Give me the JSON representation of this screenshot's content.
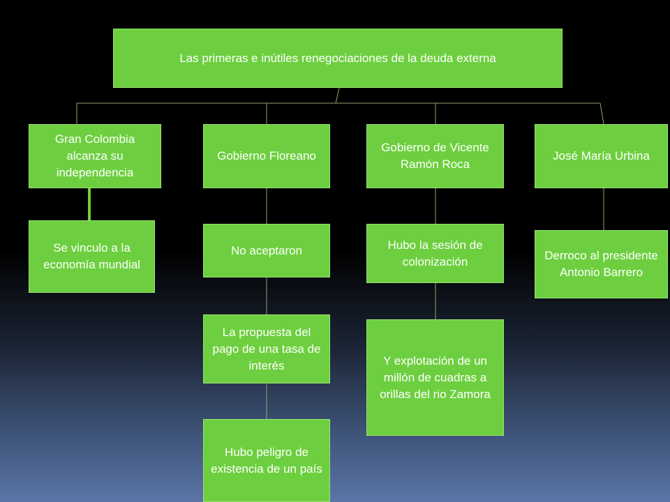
{
  "diagram": {
    "title": "Las primeras e inútiles  renegociaciones de la deuda externa",
    "branches": [
      {
        "heading": "Gran Colombia alcanza su independencia",
        "items": [
          "Se vinculo a la economía mundial"
        ]
      },
      {
        "heading": "Gobierno Floreano",
        "items": [
          "No aceptaron",
          "La propuesta del pago de una tasa de interés",
          "Hubo peligro de existencia de un país"
        ]
      },
      {
        "heading": "Gobierno de Vicente Ramón Roca",
        "items": [
          "Hubo la sesión de colonización",
          "Y explotación de un millón de cuadras a orillas del rio Zamora"
        ]
      },
      {
        "heading": "José María Urbina",
        "items": [
          "Derroco al presidente Antonio Barrero"
        ]
      }
    ],
    "colors": {
      "box_fill": "#6dcf3f",
      "box_border": "#9ae273",
      "connector": "#8fa66e",
      "text": "#ffffff"
    }
  }
}
